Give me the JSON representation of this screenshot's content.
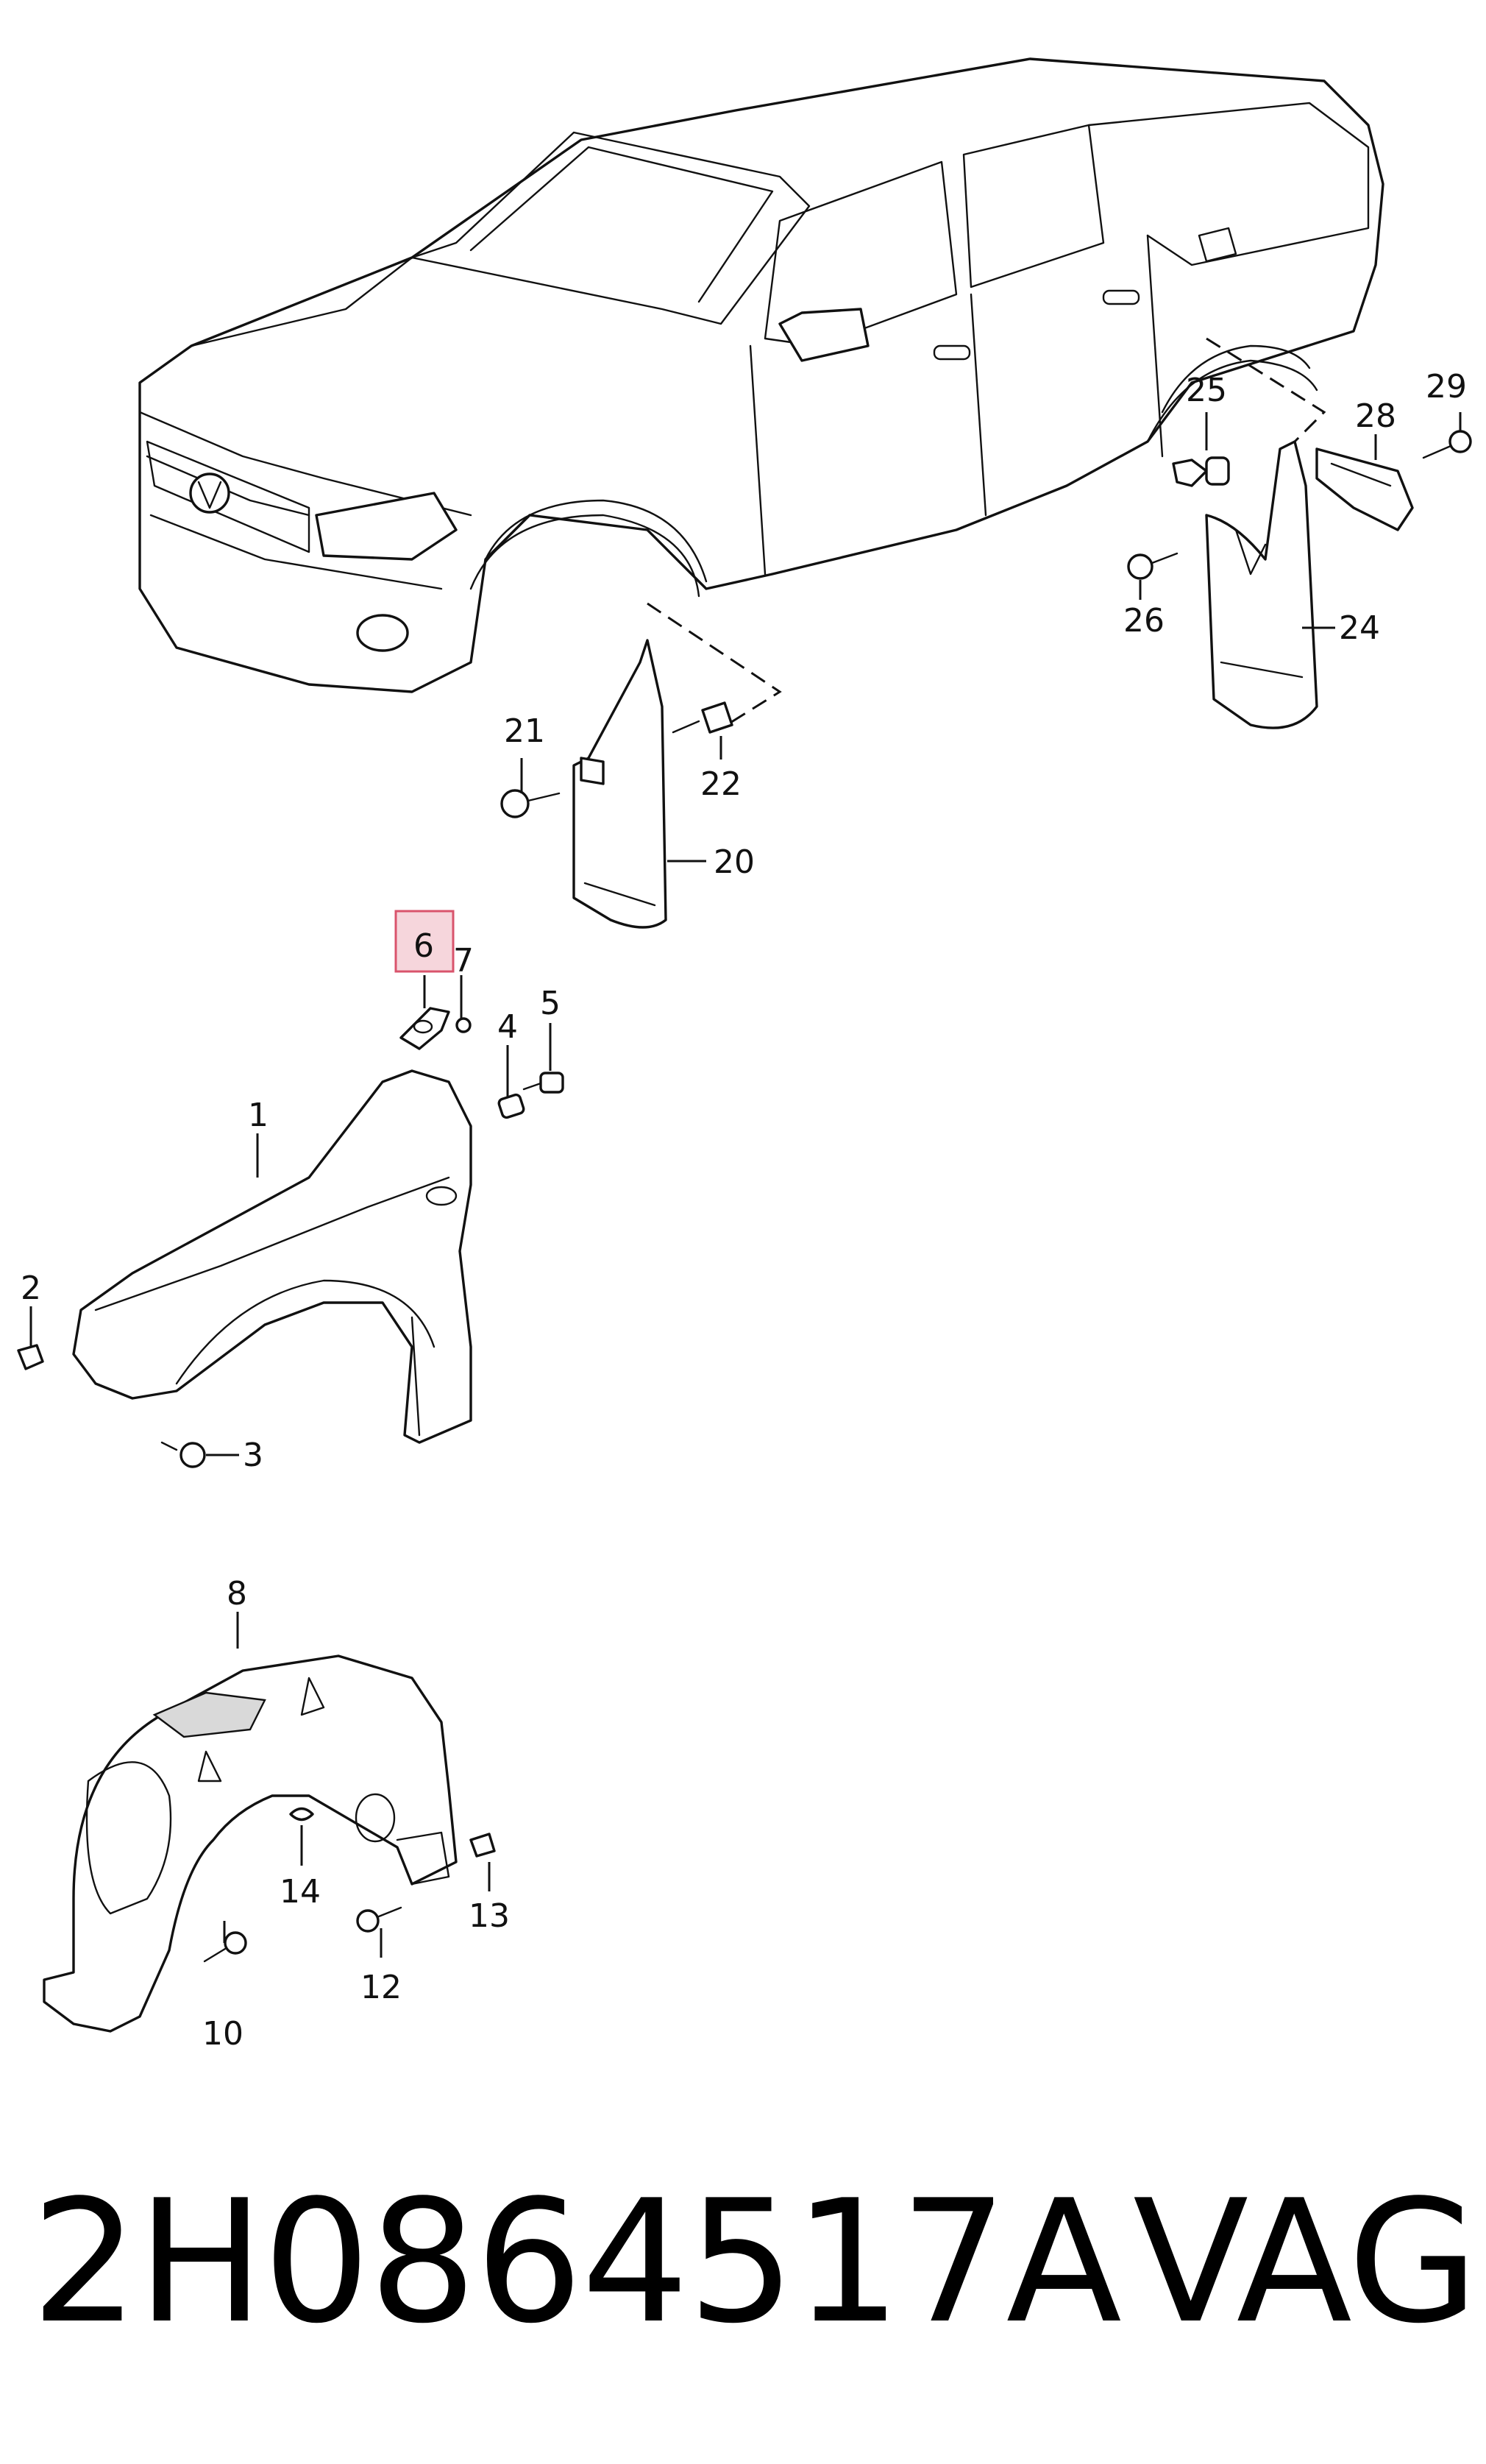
{
  "diagram": {
    "callouts": {
      "c1": "1",
      "c2": "2",
      "c3": "3",
      "c4": "4",
      "c5": "5",
      "c6": "6",
      "c7": "7",
      "c8": "8",
      "c10": "10",
      "c12": "12",
      "c13": "13",
      "c14": "14",
      "c20": "20",
      "c21": "21",
      "c22": "22",
      "c24": "24",
      "c25": "25",
      "c26": "26",
      "c28": "28",
      "c29": "29"
    },
    "highlight_color": "#f6d6dc",
    "highlight_border": "#d9546c"
  },
  "footer": {
    "part_number": "2H0864517A",
    "brand": "VAG"
  }
}
